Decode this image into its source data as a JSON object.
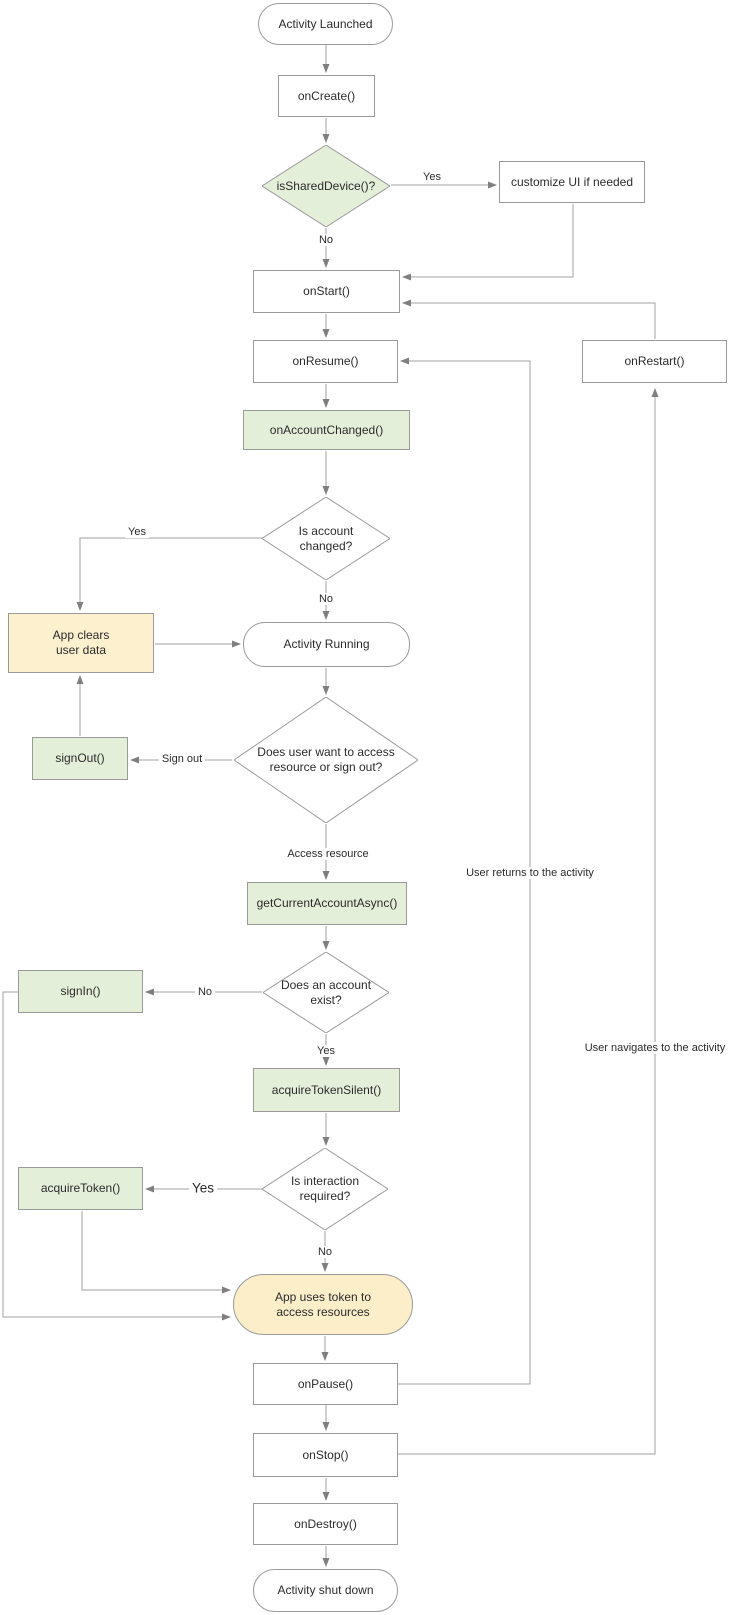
{
  "diagram": {
    "nodes": {
      "activity_launched": {
        "label": "Activity Launched"
      },
      "on_create": {
        "label": "onCreate()"
      },
      "is_shared_device": {
        "label": "isSharedDevice()?"
      },
      "customize_ui": {
        "label": "customize UI if needed"
      },
      "on_start": {
        "label": "onStart()"
      },
      "on_resume": {
        "label": "onResume()"
      },
      "on_restart": {
        "label": "onRestart()"
      },
      "on_account_changed": {
        "label": "onAccountChanged()"
      },
      "is_account_changed": {
        "label": "Is account changed?"
      },
      "app_clears_user_data": {
        "label": "App clears user data"
      },
      "activity_running": {
        "label": "Activity Running"
      },
      "sign_out": {
        "label": "signOut()"
      },
      "does_user_want": {
        "label": "Does user want to access resource or sign out?"
      },
      "get_current_account_async": {
        "label": "getCurrentAccountAsync()"
      },
      "does_account_exist": {
        "label": "Does an account exist?"
      },
      "sign_in": {
        "label": "signIn()"
      },
      "acquire_token_silent": {
        "label": "acquireTokenSilent()"
      },
      "is_interaction_required": {
        "label": "Is interaction required?"
      },
      "acquire_token": {
        "label": "acquireToken()"
      },
      "app_uses_token": {
        "label": "App uses token to access resources"
      },
      "on_pause": {
        "label": "onPause()"
      },
      "on_stop": {
        "label": "onStop()"
      },
      "on_destroy": {
        "label": "onDestroy()"
      },
      "activity_shut_down": {
        "label": "Activity shut down"
      }
    },
    "edge_labels": {
      "shared_yes": "Yes",
      "shared_no": "No",
      "account_changed_yes": "Yes",
      "account_changed_no": "No",
      "sign_out": "Sign out",
      "access_resource": "Access resource",
      "account_exist_no": "No",
      "account_exist_yes": "Yes",
      "interaction_yes": "Yes",
      "interaction_no": "No",
      "user_returns": "User returns to the activity",
      "user_navigates": "User navigates to the activity"
    },
    "colors": {
      "node_border": "#9a9a9a",
      "green_fill": "#E4EFDA",
      "cream_fill": "#FCF0CE",
      "stadium_fill": "#FDEECA",
      "connector": "#a0a0a0",
      "arrowhead": "#7f7f7f",
      "text": "#2b2b2b"
    }
  }
}
